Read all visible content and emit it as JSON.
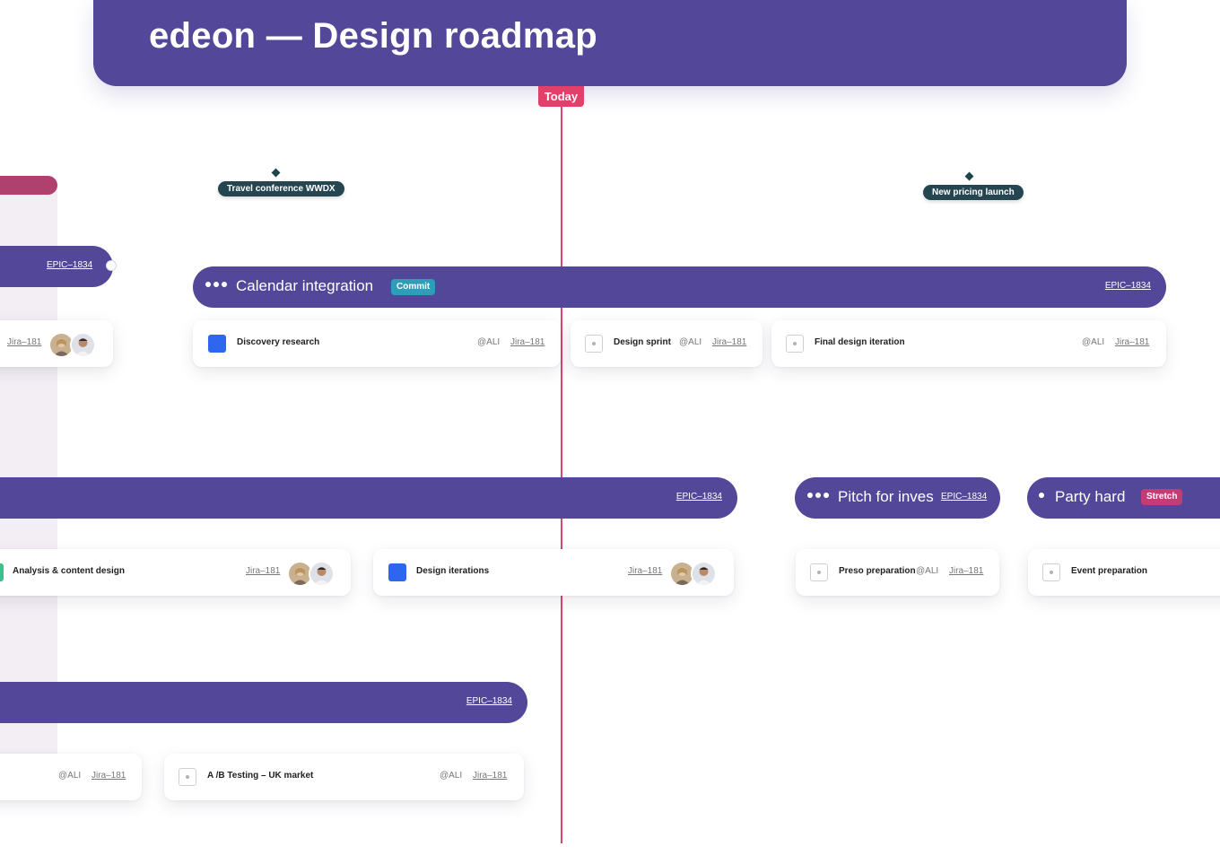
{
  "header": {
    "title": "edeon — Design roadmap"
  },
  "today": {
    "label": "Today"
  },
  "milestones": [
    {
      "label": "Travel conference WWDX"
    },
    {
      "label": "New  pricing launch"
    }
  ],
  "epics": {
    "top_left": {
      "link": "EPIC–1834"
    },
    "calendar": {
      "title": "Calendar integration",
      "badge": "Commit",
      "link": "EPIC–1834"
    },
    "middle": {
      "link": "EPIC–1834"
    },
    "pitch": {
      "title": "Pitch for inves",
      "link": "EPIC–1834"
    },
    "party": {
      "title": "Party hard",
      "badge": "Stretch"
    },
    "bottom": {
      "link": "EPIC–1834"
    }
  },
  "cards": {
    "r1_left": {
      "jira": "Jira–181",
      "icon": "people-avatars"
    },
    "discovery": {
      "label": "Discovery research",
      "owner": "@ALI",
      "jira": "Jira–181",
      "icon": "blue-square"
    },
    "sprint": {
      "label": "Design sprint",
      "owner": "@ALI",
      "jira": "Jira–181",
      "icon": "empty-checkbox"
    },
    "final": {
      "label": "Final design iteration",
      "owner": "@ALI",
      "jira": "Jira–181",
      "icon": "empty-checkbox"
    },
    "analysis": {
      "label": "Analysis & content design",
      "jira": "Jira–181",
      "icon": "green-marker"
    },
    "iterations": {
      "label": "Design iterations",
      "jira": "Jira–181",
      "icon": "blue-square"
    },
    "preso": {
      "label": "Preso preparation",
      "owner": "@ALI",
      "jira": "Jira–181",
      "icon": "empty-checkbox"
    },
    "event": {
      "label": "Event preparation",
      "icon": "empty-checkbox"
    },
    "r3_left": {
      "owner": "@ALI",
      "jira": "Jira–181"
    },
    "abtest": {
      "label": "A /B Testing – UK market",
      "owner": "@ALI",
      "jira": "Jira–181",
      "icon": "empty-checkbox"
    }
  },
  "colors": {
    "primary": "#524799",
    "today": "#e2406a",
    "milestone": "#254651",
    "commit": "#2e9db8",
    "stretch": "#c23d76",
    "task_blue": "#2f66f0"
  }
}
